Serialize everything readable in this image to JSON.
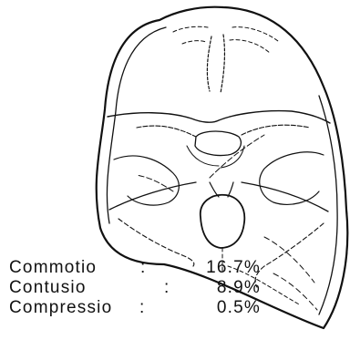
{
  "figure": {
    "illustration": "skull-base-line-drawing",
    "stats": [
      {
        "label": "Commotio",
        "value": "16.7%"
      },
      {
        "label": "Contusio",
        "value": "8.9%"
      },
      {
        "label": "Compressio",
        "value": "0.5%"
      }
    ]
  }
}
